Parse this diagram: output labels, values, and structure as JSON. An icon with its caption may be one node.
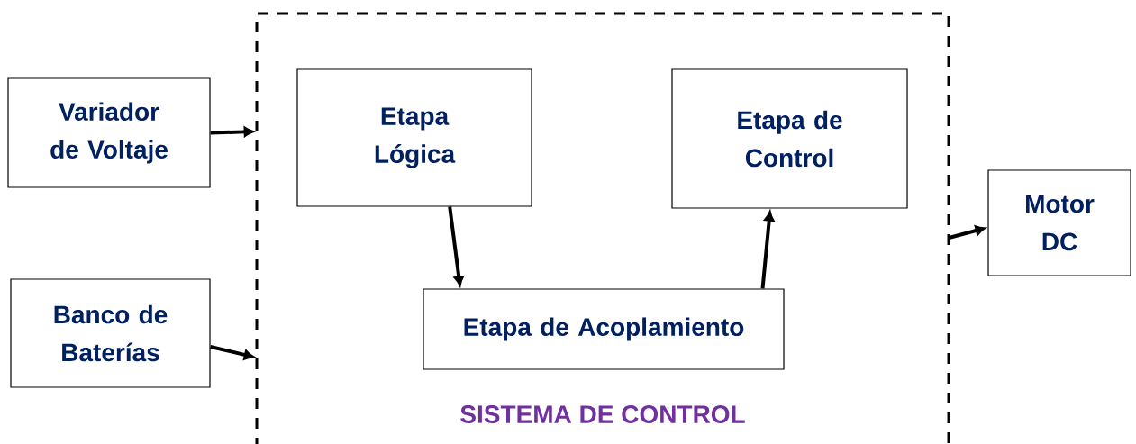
{
  "diagram": {
    "nodes": [
      {
        "text": [
          "Variador de Voltaje"
        ]
      },
      {
        "text": [
          "Banco de Baterías"
        ]
      },
      {
        "text": [
          "SISTEMA DE CONTROL"
        ]
      },
      {
        "text": [
          "Etapa Lógica"
        ],
        "in": 2
      },
      {
        "text": [
          "Etapa de Control"
        ],
        "in": 2
      },
      {
        "text": [
          "Etapa de Acoplamiento"
        ],
        "in": 2
      },
      {
        "text": [
          "Motor DC"
        ]
      }
    ],
    "edges": [
      {
        "from": 0,
        "to": 2,
        "arrow": "to"
      },
      {
        "from": 1,
        "to": 2,
        "arrow": "to"
      },
      {
        "from": 3,
        "to": 5,
        "arrow": "to"
      },
      {
        "from": 5,
        "to": 4,
        "arrow": "to"
      },
      {
        "from": 2,
        "to": 6,
        "arrow": "to"
      }
    ]
  }
}
